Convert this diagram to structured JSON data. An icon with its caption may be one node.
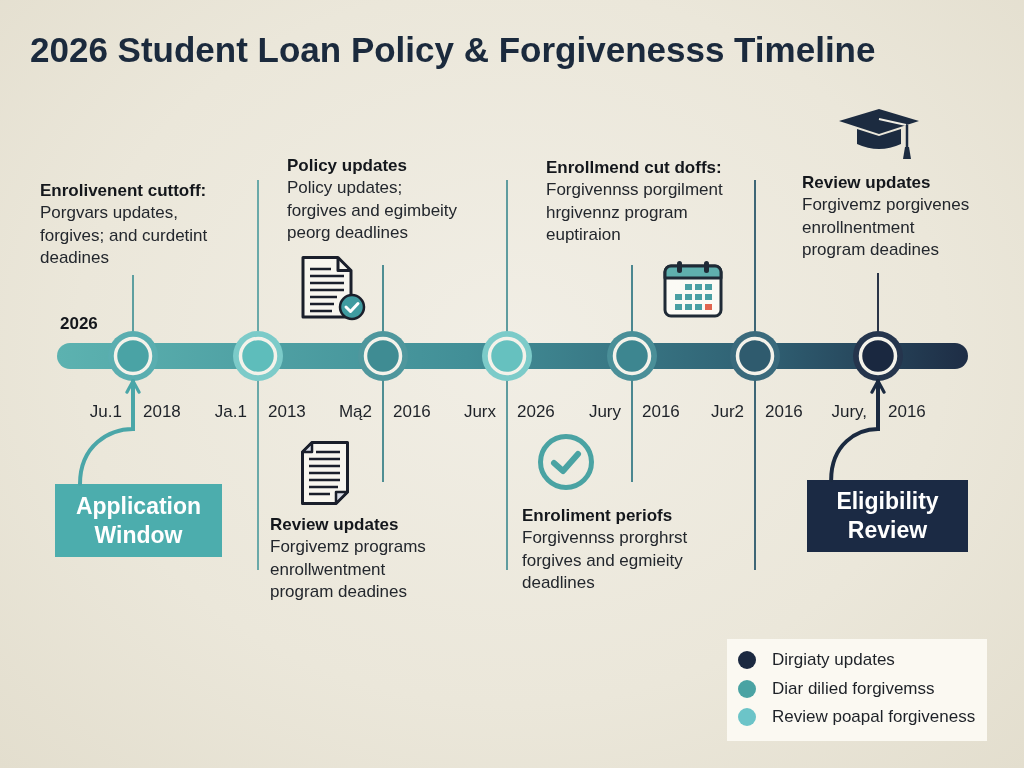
{
  "diagram": {
    "title": "2026 Student Loan Policy & Forgivenesss Timeline",
    "nodes": [
      {
        "text": [],
        "shape": "bar"
      },
      {
        "text": [],
        "shape": "circle",
        "beside": [
          "Ju.1",
          "2018"
        ]
      },
      {
        "text": [],
        "shape": "circle",
        "beside": [
          "Ja.1",
          "2013"
        ]
      },
      {
        "text": [],
        "shape": "circle",
        "beside": [
          "Mą2",
          "2016"
        ]
      },
      {
        "text": [],
        "shape": "circle",
        "beside": [
          "Jurx",
          "2026"
        ]
      },
      {
        "text": [],
        "shape": "circle",
        "beside": [
          "Jury",
          "2016"
        ]
      },
      {
        "text": [],
        "shape": "circle",
        "beside": [
          "Jur2",
          "2016"
        ]
      },
      {
        "text": [],
        "shape": "circle",
        "beside": [
          "Jury,",
          "2016"
        ]
      },
      {
        "text": [
          "Application Window"
        ]
      },
      {
        "text": [
          "Eligibility Review"
        ]
      }
    ],
    "edges": [
      {
        "from": 8,
        "to": 1,
        "arrow": "to",
        "color": "#4aa6a8"
      },
      {
        "from": 9,
        "to": 7,
        "arrow": "to",
        "color": "#1b2a40"
      }
    ],
    "labels": [
      "Enrolivenent cuttoff:",
      "Porgvars updates, forgives; and curdetint deadines",
      "Policy updates",
      "Policy updates; forgives and egimbeity peorg deadlines",
      "Enrollmend cut doffs:",
      "Forgivennss porgilment hrgivennz program euptiraion",
      "Review updates",
      "Forgivemz porgivenes enrollnentment program deadines",
      "2026",
      "Review updates",
      "Forgivemz programs enrollwentment program deadines",
      "Enroliment periofs",
      "Forgivennss prorghrst forgives and egmieity deadlines"
    ],
    "legend": [
      {
        "text": "Dirgiaty updates",
        "color": "#1b2940"
      },
      {
        "text": "Diar dilied forgivemss",
        "color": "#4aa3a3"
      },
      {
        "text": "Review poapal forgiveness",
        "color": "#6cc4c8"
      }
    ]
  }
}
